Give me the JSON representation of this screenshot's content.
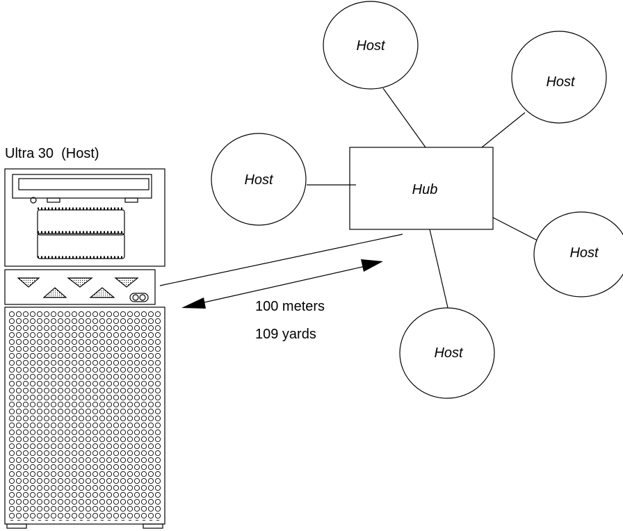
{
  "computer": {
    "label": "Ultra 30  (Host)"
  },
  "hub": {
    "label": "Hub"
  },
  "hosts": [
    {
      "label": "Host"
    },
    {
      "label": "Host"
    },
    {
      "label": "Host"
    },
    {
      "label": "Host"
    },
    {
      "label": "Host"
    }
  ],
  "distance": {
    "meters": "100 meters",
    "yards": "109 yards"
  },
  "colors": {
    "stroke": "#000000",
    "background": "#ffffff"
  }
}
